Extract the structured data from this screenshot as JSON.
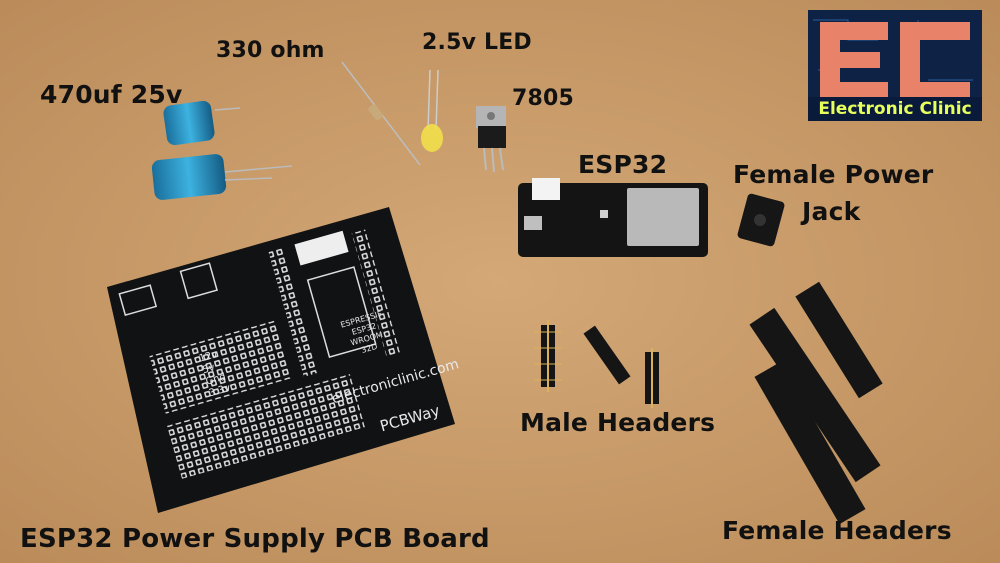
{
  "labels": {
    "capacitor": "470uf 25v",
    "resistor": "330 ohm",
    "led": "2.5v LED",
    "regulator": "7805",
    "esp32": "ESP32",
    "power_jack_line1": "Female Power",
    "power_jack_line2": "Jack",
    "male_headers": "Male Headers",
    "female_headers": "Female Headers",
    "pcb_board": "ESP32 Power Supply PCB Board"
  },
  "logo": {
    "letters": "EC",
    "text": "Electronic Clinic",
    "accent": "#e8836a",
    "text_color": "#e6ff5a"
  },
  "pcb": {
    "url": "electroniclinic.com",
    "brand": "PCBWay",
    "module_text": [
      "ESPRESSIF",
      "ESP32",
      "WROOM",
      "32D"
    ],
    "voltages": [
      "12v",
      "5v",
      "Gnd",
      "3.3v"
    ]
  },
  "colors": {
    "background": "#c89a68",
    "pcb": "#101214",
    "text": "#111111"
  }
}
